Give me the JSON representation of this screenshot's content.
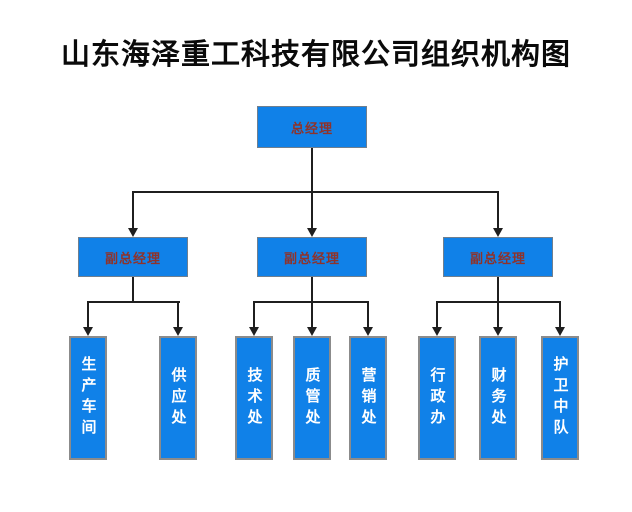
{
  "title": "山东海泽重工科技有限公司组织机构图",
  "colors": {
    "title_text": "#0a0a0a",
    "box_fill": "#1081e8",
    "hbox_border": "#6f7f8f",
    "vbox_border": "#8b8b8b",
    "manager_text": "#8e332b",
    "dept_text": "#ffffff",
    "line": "#1f1f1f"
  },
  "chart_data": {
    "type": "org-chart",
    "root": {
      "label": "总经理"
    },
    "deputies": [
      {
        "label": "副总经理",
        "children": [
          "生产车间",
          "供应处"
        ]
      },
      {
        "label": "副总经理",
        "children": [
          "技术处",
          "质管处",
          "营销处"
        ]
      },
      {
        "label": "副总经理",
        "children": [
          "行政办",
          "财务处",
          "护卫中队"
        ]
      }
    ]
  },
  "org": {
    "root": {
      "label": "总经理"
    },
    "deputies": [
      {
        "label": "副总经理"
      },
      {
        "label": "副总经理"
      },
      {
        "label": "副总经理"
      }
    ],
    "departments": [
      {
        "label": "生产车间"
      },
      {
        "label": "供应处"
      },
      {
        "label": "技术处"
      },
      {
        "label": "质管处"
      },
      {
        "label": "营销处"
      },
      {
        "label": "行政办"
      },
      {
        "label": "财务处"
      },
      {
        "label": "护卫中队"
      }
    ]
  }
}
